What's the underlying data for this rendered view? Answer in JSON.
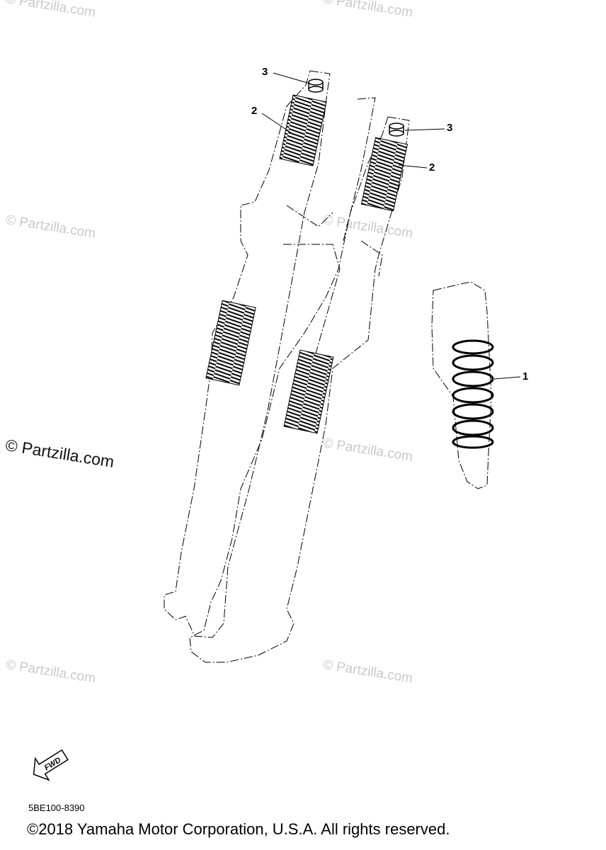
{
  "watermark": "© Partzilla.com",
  "callouts": [
    "1",
    "2",
    "3"
  ],
  "fwd_label": "FWD",
  "part_code": "5BE100-8390",
  "copyright": "©2018  Yamaha Motor Corporation, U.S.A. All rights reserved."
}
